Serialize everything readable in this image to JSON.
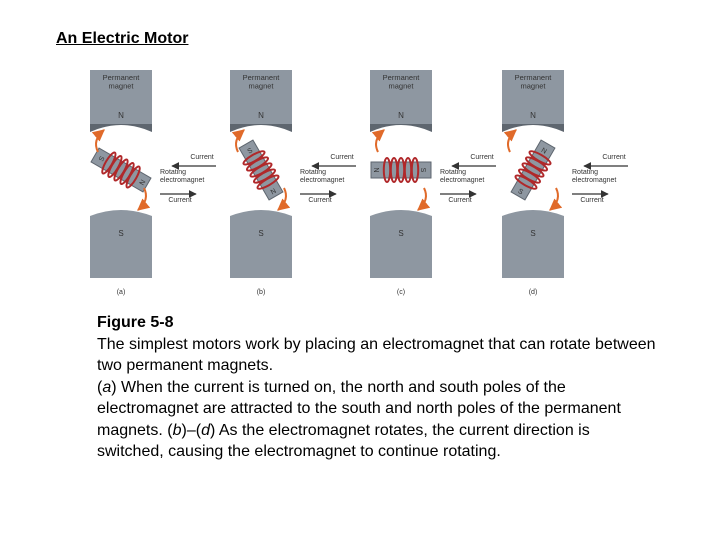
{
  "title": "An Electric Motor",
  "figure": {
    "panels": [
      {
        "sublabel": "(a)",
        "permanent_magnet_top": "Permanent\nmagnet",
        "pole_top": "N",
        "pole_bottom": "S",
        "current_in": "Current",
        "current_out": "Current",
        "electromagnet_label": "Rotating\nelectromagnet",
        "em_pole_1": "S",
        "em_pole_2": "N"
      },
      {
        "sublabel": "(b)",
        "permanent_magnet_top": "Permanent\nmagnet",
        "pole_top": "N",
        "pole_bottom": "S",
        "current_in": "Current",
        "current_out": "Current",
        "electromagnet_label": "Rotating\nelectromagnet",
        "em_pole_1": "S",
        "em_pole_2": "N"
      },
      {
        "sublabel": "(c)",
        "permanent_magnet_top": "Permanent\nmagnet",
        "pole_top": "N",
        "pole_bottom": "S",
        "current_in": "Current",
        "current_out": "Current",
        "electromagnet_label": "Rotating\nelectromagnet",
        "em_pole_1": "S",
        "em_pole_2": "N"
      },
      {
        "sublabel": "(d)",
        "permanent_magnet_top": "Permanent\nmagnet",
        "pole_top": "N",
        "pole_bottom": "S",
        "current_in": "Current",
        "current_out": "Current",
        "electromagnet_label": "Rotating\nelectromagnet",
        "em_pole_1": "N",
        "em_pole_2": "S"
      }
    ],
    "colors": {
      "magnet_fill": "#8e97a1",
      "magnet_dark": "#5e666f",
      "coil": "#b0282a",
      "rotation_arrow": "#e06a2a",
      "current_arrow": "#333333"
    }
  },
  "caption": {
    "label": "Figure 5-8",
    "line1": "The simplest motors work by placing an electromagnet that can rotate between two permanent magnets.",
    "part_a_label": "a",
    "part_a_text": " When the current is turned on, the north and south poles of the electromagnet are attracted to the south and north poles of the permanent magnets. ",
    "part_bd_label_b": "b",
    "part_bd_dash": "–",
    "part_bd_label_d": "d",
    "part_bd_text": " As the electromagnet rotates, the current direction is switched, causing the electromagnet to continue rotating."
  }
}
